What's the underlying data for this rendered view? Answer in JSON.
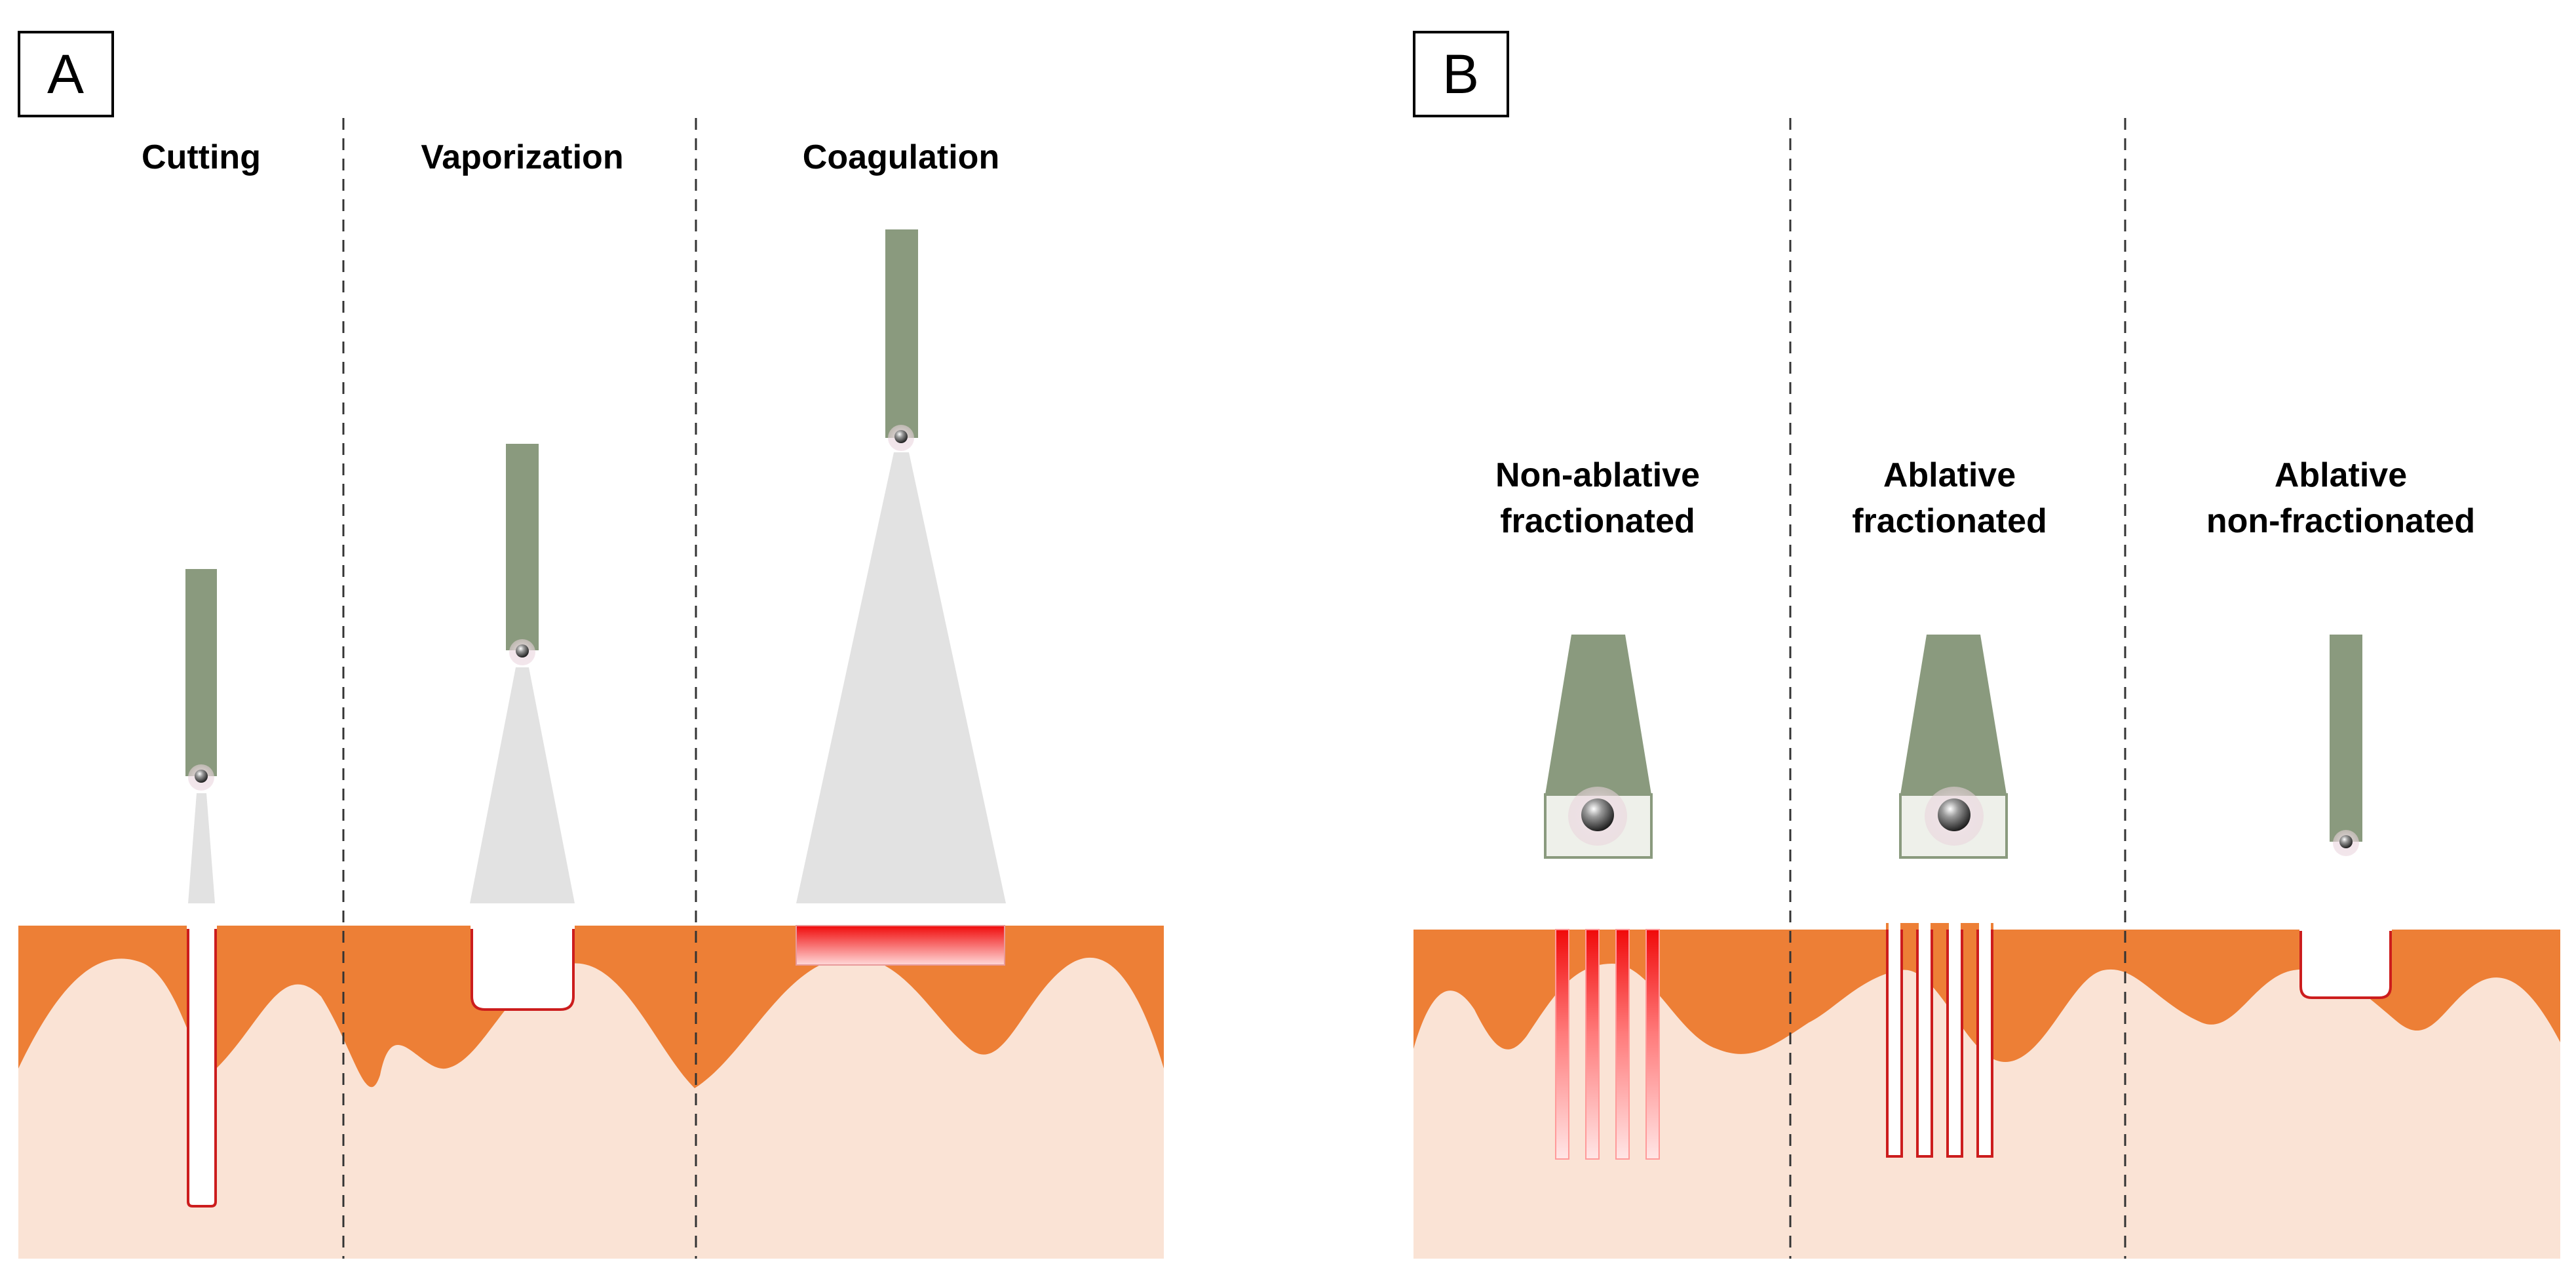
{
  "panels": {
    "a": {
      "letter": "A",
      "labels": [
        "Cutting",
        "Vaporization",
        "Coagulation"
      ]
    },
    "b": {
      "letter": "B",
      "labels": [
        [
          "Non-ablative",
          "fractionated"
        ],
        [
          "Ablative",
          "fractionated"
        ],
        [
          "Ablative",
          "non-fractionated"
        ]
      ]
    }
  },
  "colors": {
    "epidermis": "#ED7F36",
    "dermis": "#FAE3D5",
    "handpiece": "#8A9A7E",
    "beam": "#E2E2E2",
    "coagulation": "#F00A0A",
    "divider": "#333333"
  }
}
